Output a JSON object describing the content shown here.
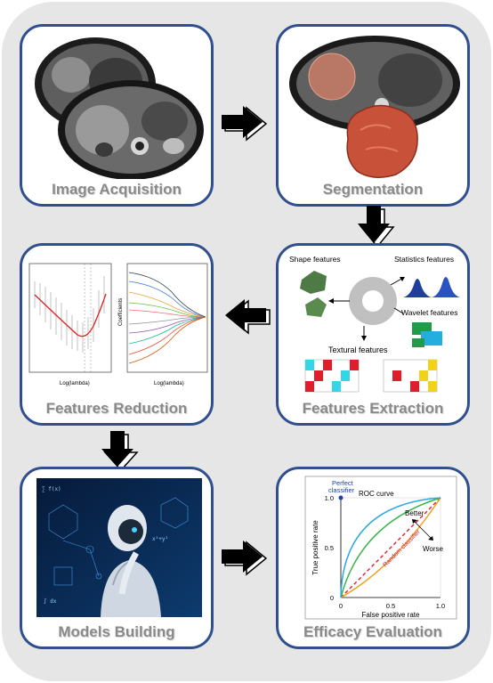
{
  "panels": {
    "acquisition": {
      "label": "Image Acquisition"
    },
    "segmentation": {
      "label": "Segmentation"
    },
    "extraction": {
      "label": "Features Extraction",
      "shape_label": "Shape features",
      "statistics_label": "Statistics features",
      "wavelet_label": "Wavelet features",
      "textural_label": "Textural features"
    },
    "reduction": {
      "label": "Features Reduction",
      "left_xlabel": "Log(lambda)",
      "right_xlabel": "Log(lambda)",
      "right_ylabel": "Coefficients"
    },
    "building": {
      "label": "Models Building"
    },
    "efficacy": {
      "label": "Efficacy Evaluation",
      "title": "ROC curve",
      "perfect": "Perfect",
      "classifier": "classifier",
      "better": "Better",
      "worse": "Worse",
      "random": "Random classifier",
      "xlabel": "False positive rate",
      "ylabel": "True positive rate",
      "x_ticks": [
        "0",
        "0.5",
        "1.0"
      ],
      "y_ticks": [
        "0",
        "0.5",
        "1.0"
      ]
    }
  },
  "colors": {
    "panel_border": "#2f4f8f",
    "caption": "#8a8a8a",
    "background": "#e6e6e6"
  }
}
